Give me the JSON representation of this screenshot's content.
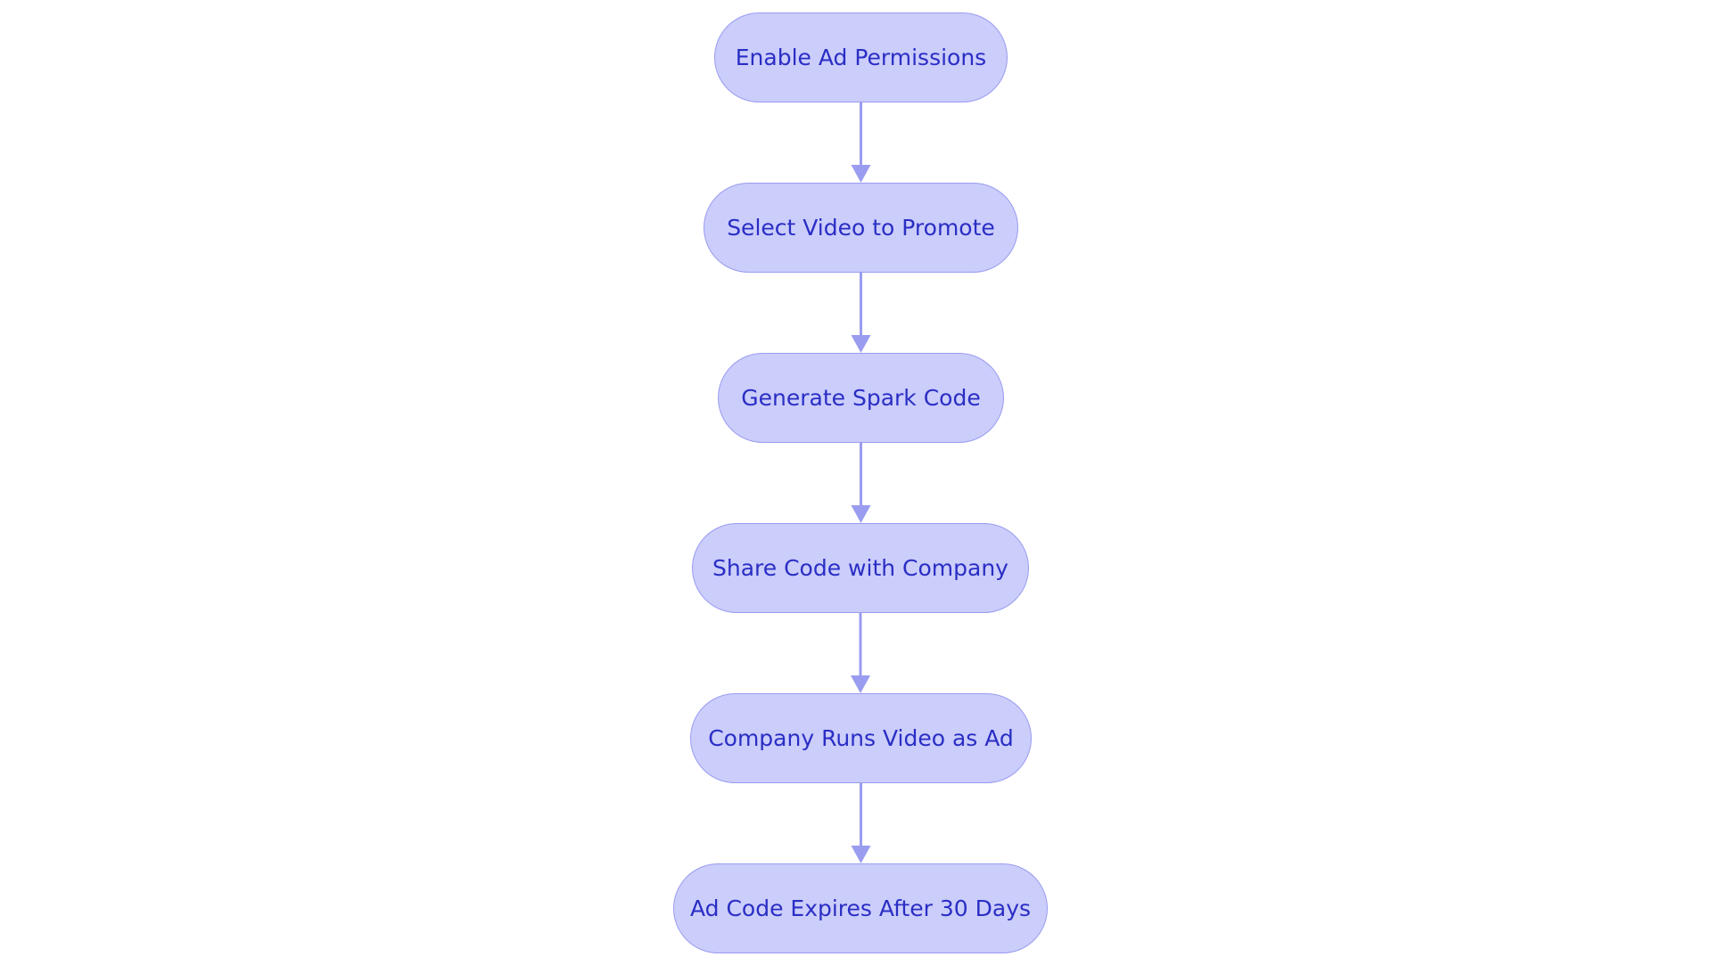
{
  "diagram": {
    "type": "flowchart",
    "direction": "top-to-bottom",
    "colors": {
      "node_fill": "#cbcdfb",
      "node_border": "#9a9cf0",
      "node_text": "#2a2ec4",
      "edge": "#9a9cf0"
    },
    "nodes": [
      {
        "id": "n1",
        "label": "Enable Ad Permissions"
      },
      {
        "id": "n2",
        "label": "Select Video to Promote"
      },
      {
        "id": "n3",
        "label": "Generate Spark Code"
      },
      {
        "id": "n4",
        "label": "Share Code with Company"
      },
      {
        "id": "n5",
        "label": "Company Runs Video as Ad"
      },
      {
        "id": "n6",
        "label": "Ad Code Expires After 30 Days"
      }
    ],
    "edges": [
      {
        "from": "n1",
        "to": "n2"
      },
      {
        "from": "n2",
        "to": "n3"
      },
      {
        "from": "n3",
        "to": "n4"
      },
      {
        "from": "n4",
        "to": "n5"
      },
      {
        "from": "n5",
        "to": "n6"
      }
    ]
  }
}
